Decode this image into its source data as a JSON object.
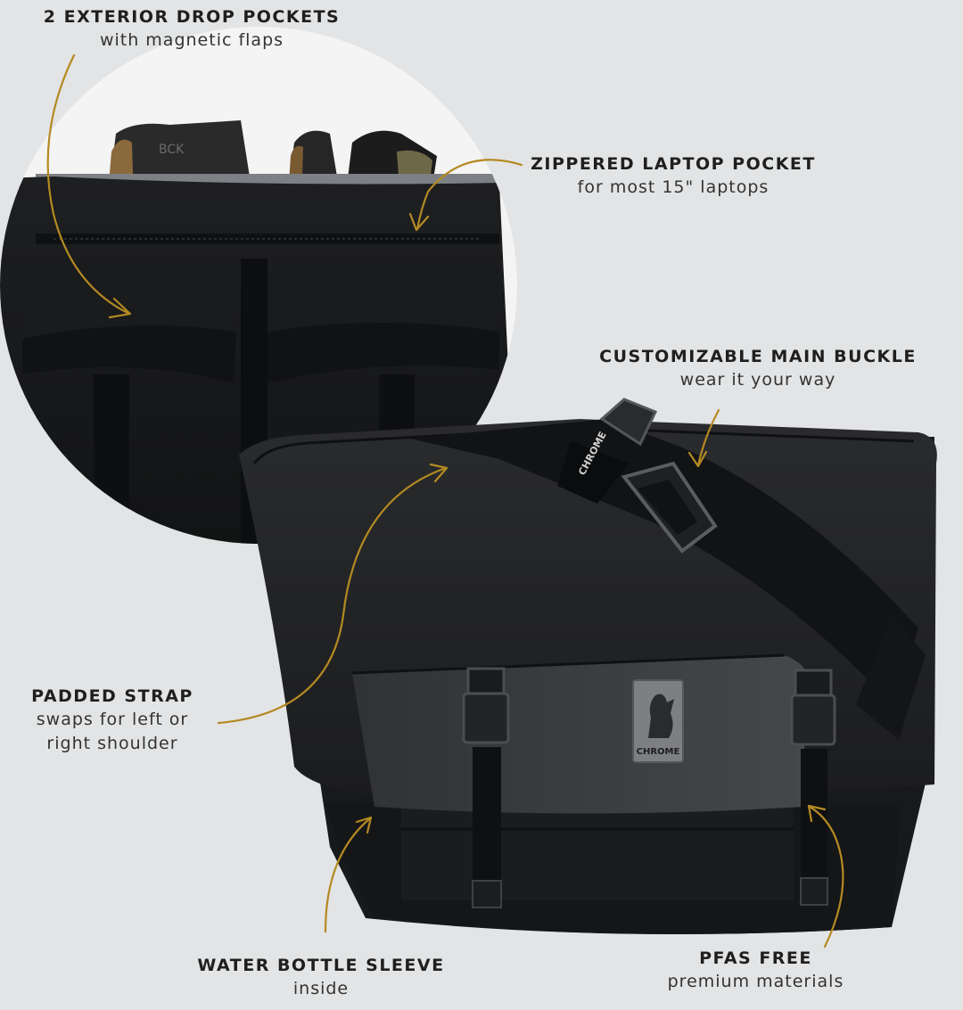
{
  "image": {
    "subject": "black messenger bag with detail inset",
    "colors": {
      "background": "#e3e4e5",
      "bag": "#1d1e20",
      "arrow": "#b48a22"
    },
    "icons": [
      "chrome-griffin-logo-icon",
      "buckle-icon"
    ]
  },
  "branding": {
    "logo_text": "CHROME",
    "strap_tag_text": "CHROME",
    "boot_text": "BCK"
  },
  "callouts": [
    {
      "title": "2 EXTERIOR DROP POCKETS",
      "subtitle": "with magnetic flaps"
    },
    {
      "title": "ZIPPERED LAPTOP POCKET",
      "subtitle": "for most 15\" laptops"
    },
    {
      "title": "CUSTOMIZABLE MAIN BUCKLE",
      "subtitle": "wear it your way"
    },
    {
      "title": "PADDED STRAP",
      "subtitle": "swaps for left or\nright shoulder"
    },
    {
      "title": "WATER BOTTLE SLEEVE",
      "subtitle": "inside"
    },
    {
      "title": "PFAS FREE",
      "subtitle": "premium materials"
    }
  ]
}
